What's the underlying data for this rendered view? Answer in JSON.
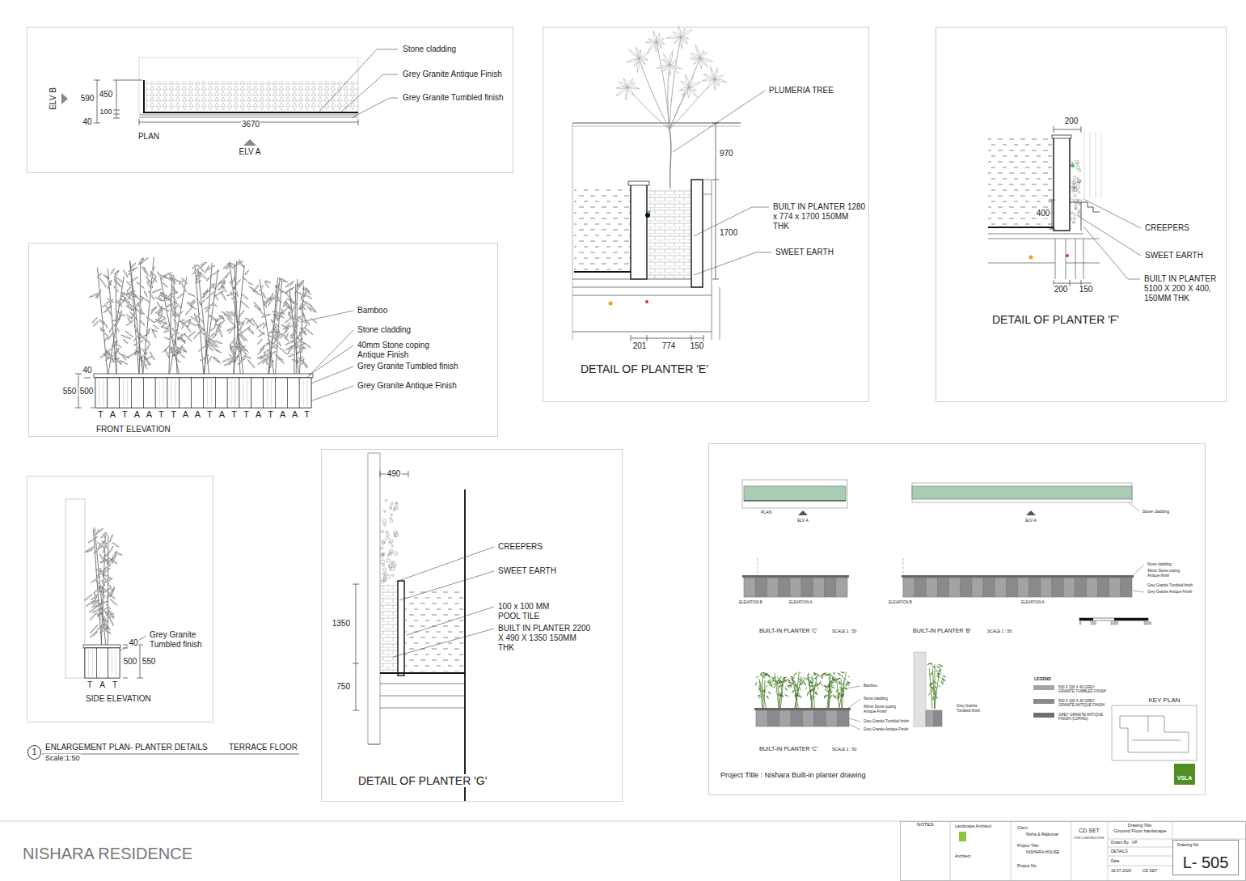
{
  "diagram": {
    "nodes": [
      {
        "text": [
          "Stone cladding",
          "Grey Granite Antique Finish",
          "Grey Granite Tumbled finish",
          "ELV B",
          "590",
          "450",
          "100",
          "40",
          "3670",
          "PLAN",
          "ELV A"
        ]
      },
      {
        "text": [
          "PLUMERIA TREE",
          "970",
          "BUILT IN PLANTER 1280 x 774 x 1700 150MM THK",
          "1700",
          "SWEET EARTH",
          "201",
          "774",
          "150",
          "DETAIL OF PLANTER 'E'"
        ]
      },
      {
        "text": [
          "200",
          "400",
          "CREEPERS",
          "SWEET EARTH",
          "BUILT IN PLANTER 5100 X 200 X 400, 150MM THK",
          "200",
          "150",
          "DETAIL OF PLANTER 'F'"
        ]
      },
      {
        "text": [
          "Bamboo",
          "Stone cladding",
          "40mm Stone coping Antique Finish",
          "Grey Granite Tumbled finish",
          "Grey Granite Antique Finish",
          "40",
          "550",
          "500",
          "T A T A A T T A A T A T T A T A A T",
          "FRONT ELEVATION"
        ]
      },
      {
        "text": [
          "Grey Granite Tumbled finish",
          "40",
          "500",
          "550",
          "T A T",
          "SIDE ELEVATION"
        ]
      },
      {
        "text": [
          "1"
        ]
      },
      {
        "text": [
          "490",
          "CREEPERS",
          "SWEET EARTH",
          "100 x 100 MM POOL TILE",
          "BUILT IN PLANTER 2200 X 490 X 1350 150MM THK",
          "1350",
          "750",
          "DETAIL OF PLANTER 'G'"
        ]
      },
      {
        "text": [
          "PLAN",
          "ELV A",
          "ELV A",
          "Stone cladding",
          "ELEVATION B",
          "ELEVATION A",
          "ELEVATION B",
          "ELEVATION A",
          "Stone cladding",
          "40mm Stone coping Antique finish",
          "Grey Granite Tumbled finish",
          "Grey Granite Antique Finish",
          "BUILT-IN PLANTER 'C'",
          "SCALE 1 : 50",
          "BUILT-IN PLANTER 'B'",
          "SCALE 1 : 50",
          "0",
          "200",
          "1000",
          "3000",
          "Bamboo",
          "Stone cladding",
          "40mm Stone coping Antique Finish",
          "Grey Granite Tumbled finish",
          "Grey Granite Antique Finish",
          "Grey Granite Tumbled finish",
          "BUILT-IN PLANTER 'C'",
          "SCALE 1 : 50",
          "LEGEND",
          "KEY PLAN",
          "Project Title : Nishara Built-in planter drawing"
        ]
      },
      {
        "text": [
          "VSLA"
        ],
        "in": 7
      },
      {
        "text": [
          "NOTES:",
          "Landscape Architect",
          "Architect",
          "Client",
          "Nisha & Rajkumar",
          "Project Title:",
          "NISHARA HOUSE",
          "Project No:",
          "CD SET",
          "FOR CONSTRUCTION",
          "Drawing Title:",
          "Ground Floor hardscape",
          "Drawn By : VP",
          "DETAILS",
          "Date",
          "16.07.2020",
          "CD SET"
        ]
      },
      {
        "text": [
          "Drawing No:",
          "L- 505"
        ],
        "in": 9
      }
    ],
    "labels": [
      "ENLARGEMENT PLAN- PLANTER DETAILS",
      "TERRACE FLOOR",
      "Scale:1:50",
      "NISHARA RESIDENCE"
    ],
    "legend": [
      {
        "text": "500 X 200 X 40 GREY GRANITE TUMBLED FINISH",
        "color": "#a3a3a3"
      },
      {
        "text": "500 X 200 X 40 GREY GRANITE ANTIQUE FINISH",
        "color": "#8a8a8a"
      },
      {
        "text": "GREY GRANITE ANTIQUE FINISH (COPING)",
        "color": "#6f6f6f"
      }
    ]
  }
}
